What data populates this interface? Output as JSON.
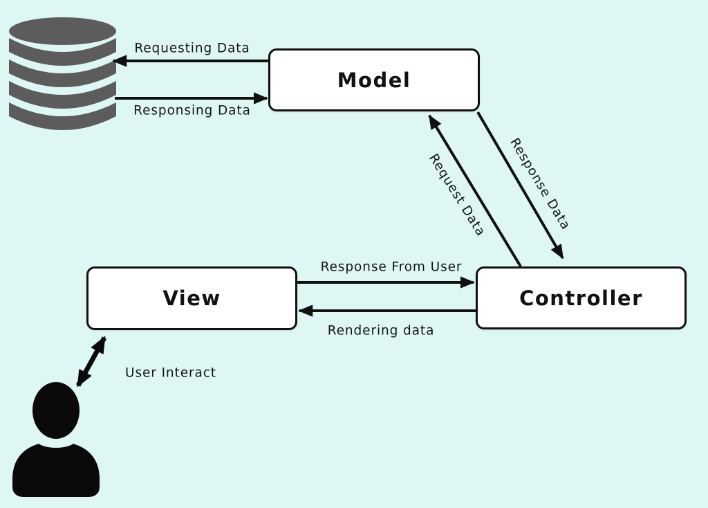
{
  "canvas": {
    "background_color": "#def7f4"
  },
  "diagram": {
    "type": "mvc-architecture",
    "nodes": [
      {
        "id": "model",
        "label": "Model"
      },
      {
        "id": "view",
        "label": "View"
      },
      {
        "id": "controller",
        "label": "Controller"
      }
    ],
    "icons": [
      {
        "name": "database-icon",
        "color": "#5c5c5c"
      },
      {
        "name": "user-icon",
        "color": "#0a0a0a"
      }
    ],
    "edges": [
      {
        "id": "requesting-data",
        "from": "model",
        "to": "database",
        "label": "Requesting Data"
      },
      {
        "id": "responsing-data",
        "from": "database",
        "to": "model",
        "label": "Responsing Data"
      },
      {
        "id": "request-data",
        "from": "controller",
        "to": "model",
        "label": "Request Data"
      },
      {
        "id": "response-data",
        "from": "model",
        "to": "controller",
        "label": "Response Data"
      },
      {
        "id": "response-from-user",
        "from": "view",
        "to": "controller",
        "label": "Response From User"
      },
      {
        "id": "rendering-data",
        "from": "controller",
        "to": "view",
        "label": "Rendering data"
      },
      {
        "id": "user-interact",
        "from": "user",
        "to": "view",
        "label": "User Interact",
        "bidirectional": true
      }
    ],
    "colors": {
      "arrow": "#111111",
      "node_fill": "#ffffff",
      "node_border": "#111111",
      "text": "#141414"
    }
  }
}
